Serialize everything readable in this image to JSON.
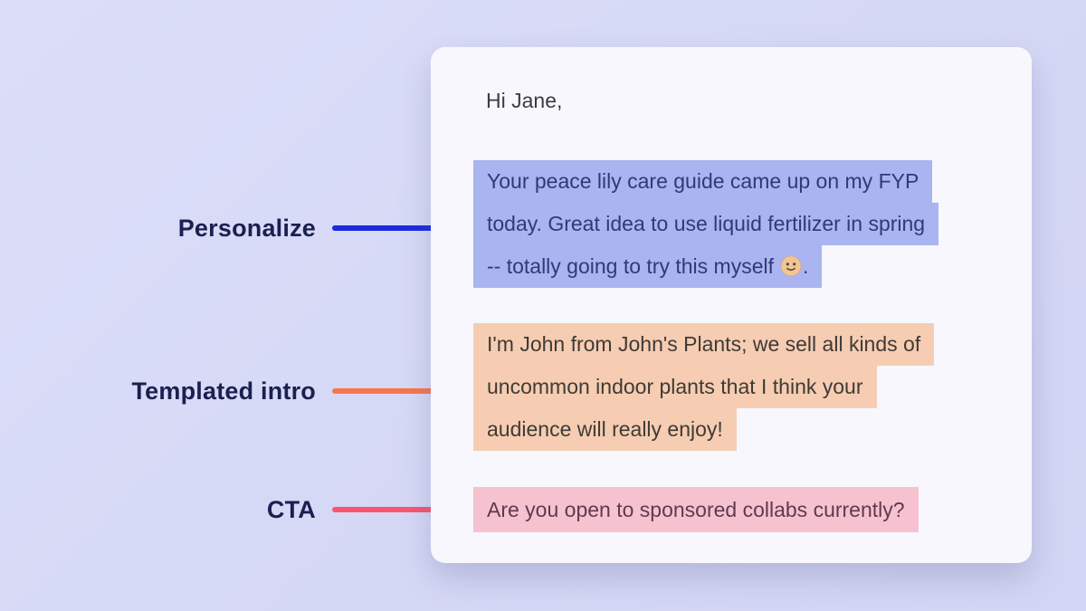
{
  "page": {
    "background_color": "#d5d8f5",
    "card_color": "#f7f7fd"
  },
  "annotations": [
    {
      "label": "Personalize",
      "color": "#1b2ae0"
    },
    {
      "label": "Templated intro",
      "color": "#f8764a"
    },
    {
      "label": "CTA",
      "color": "#f8566f"
    }
  ],
  "email": {
    "greeting": "Hi Jane,",
    "paragraphs": [
      {
        "name": "personalized-opener",
        "highlight_color": "#aab4f0",
        "text_color": "#2f3a78",
        "lines": [
          "Your peace lily care guide came up on my FYP",
          "today. Great idea to use liquid fertilizer in spring"
        ],
        "last_line_prefix": "-- totally going to try this myself",
        "emoji": "🙂",
        "last_line_suffix": "."
      },
      {
        "name": "templated-intro",
        "highlight_color": "#f6cdb2",
        "text_color": "#3f3a36",
        "lines": [
          "I'm John from John's Plants; we sell all kinds of",
          "uncommon indoor plants that I think your",
          "audience will really enjoy!"
        ]
      },
      {
        "name": "cta",
        "highlight_color": "#f7c2d0",
        "text_color": "#5f3a4e",
        "lines": [
          "Are you open to sponsored collabs currently?"
        ]
      }
    ]
  }
}
